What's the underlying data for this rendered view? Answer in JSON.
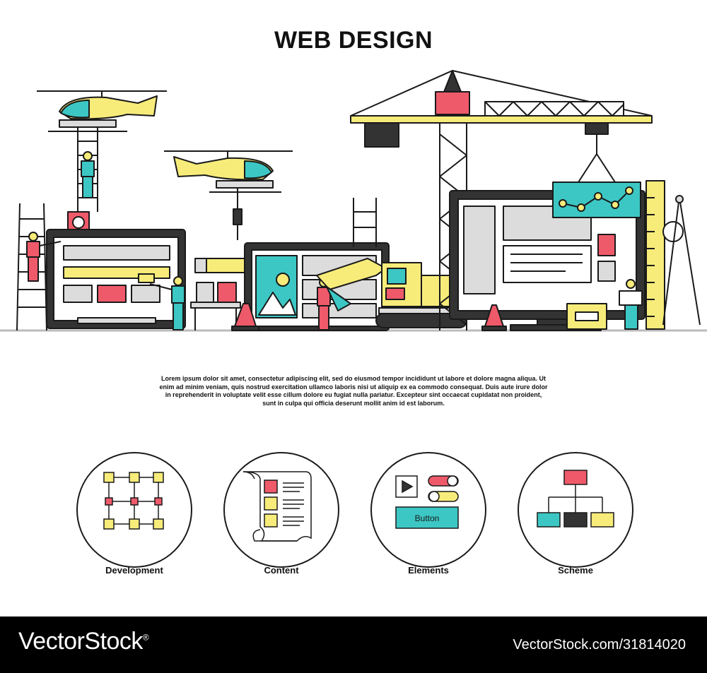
{
  "title": "WEB DESIGN",
  "body_text": "Lorem ipsum dolor sit amet, consectetur adipiscing elit, sed do eiusmod tempor incididunt ut labore et dolore magna aliqua. Ut enim ad minim veniam, quis nostrud exercitation ullamco laboris nisi ut aliquip ex ea commodo consequat. Duis aute irure dolor in reprehenderit in voluptate velit esse cillum dolore eu fugiat nulla pariatur. Excepteur sint occaecat cupidatat non proident, sunt in culpa qui officia deserunt mollit anim id est laborum.",
  "features": [
    {
      "label": "Development",
      "icon": "grid-nodes-icon"
    },
    {
      "label": "Content",
      "icon": "document-scroll-icon"
    },
    {
      "label": "Elements",
      "icon": "ui-elements-icon",
      "button_label": "Button"
    },
    {
      "label": "Scheme",
      "icon": "sitemap-icon"
    }
  ],
  "footer": {
    "brand": "VectorStock",
    "brand_mark": "®",
    "image_id": "VectorStock.com/31814020"
  },
  "colors": {
    "yellow": "#f7ec7a",
    "teal": "#3cc7c4",
    "red": "#ef5a6a",
    "gray": "#dcdcdc",
    "dark": "#333333",
    "outline": "#1a1a1a"
  }
}
